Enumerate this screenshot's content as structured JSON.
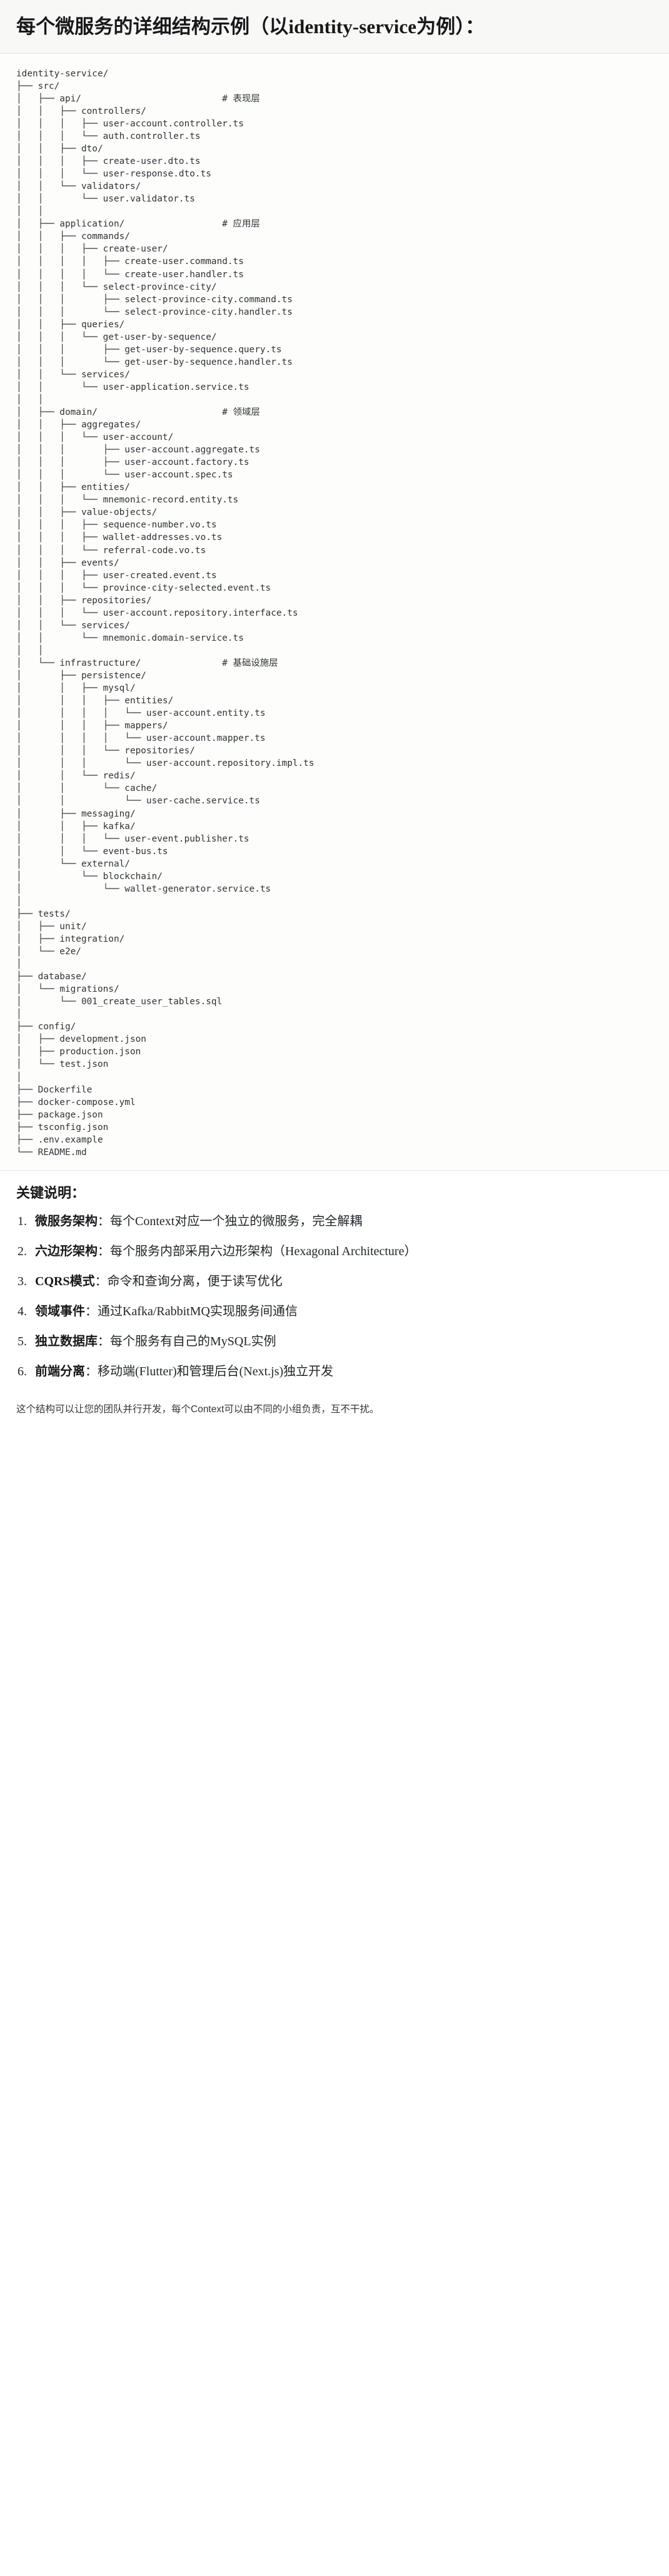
{
  "header": {
    "title": "每个微服务的详细结构示例（以identity-service为例）："
  },
  "tree": {
    "root_label": "identity-service/",
    "text": "identity-service/\n├── src/\n│   ├── api/                          # 表现层\n│   │   ├── controllers/\n│   │   │   ├── user-account.controller.ts\n│   │   │   └── auth.controller.ts\n│   │   ├── dto/\n│   │   │   ├── create-user.dto.ts\n│   │   │   └── user-response.dto.ts\n│   │   └── validators/\n│   │       └── user.validator.ts\n│   │\n│   ├── application/                  # 应用层\n│   │   ├── commands/\n│   │   │   ├── create-user/\n│   │   │   │   ├── create-user.command.ts\n│   │   │   │   └── create-user.handler.ts\n│   │   │   └── select-province-city/\n│   │   │       ├── select-province-city.command.ts\n│   │   │       └── select-province-city.handler.ts\n│   │   ├── queries/\n│   │   │   └── get-user-by-sequence/\n│   │   │       ├── get-user-by-sequence.query.ts\n│   │   │       └── get-user-by-sequence.handler.ts\n│   │   └── services/\n│   │       └── user-application.service.ts\n│   │\n│   ├── domain/                       # 领域层\n│   │   ├── aggregates/\n│   │   │   └── user-account/\n│   │   │       ├── user-account.aggregate.ts\n│   │   │       ├── user-account.factory.ts\n│   │   │       └── user-account.spec.ts\n│   │   ├── entities/\n│   │   │   └── mnemonic-record.entity.ts\n│   │   ├── value-objects/\n│   │   │   ├── sequence-number.vo.ts\n│   │   │   ├── wallet-addresses.vo.ts\n│   │   │   └── referral-code.vo.ts\n│   │   ├── events/\n│   │   │   ├── user-created.event.ts\n│   │   │   └── province-city-selected.event.ts\n│   │   ├── repositories/\n│   │   │   └── user-account.repository.interface.ts\n│   │   └── services/\n│   │       └── mnemonic.domain-service.ts\n│   │\n│   └── infrastructure/               # 基础设施层\n│       ├── persistence/\n│       │   ├── mysql/\n│       │   │   ├── entities/\n│       │   │   │   └── user-account.entity.ts\n│       │   │   ├── mappers/\n│       │   │   │   └── user-account.mapper.ts\n│       │   │   └── repositories/\n│       │   │       └── user-account.repository.impl.ts\n│       │   └── redis/\n│       │       └── cache/\n│       │           └── user-cache.service.ts\n│       ├── messaging/\n│       │   ├── kafka/\n│       │   │   └── user-event.publisher.ts\n│       │   └── event-bus.ts\n│       └── external/\n│           └── blockchain/\n│               └── wallet-generator.service.ts\n│\n├── tests/\n│   ├── unit/\n│   ├── integration/\n│   └── e2e/\n│\n├── database/\n│   └── migrations/\n│       └── 001_create_user_tables.sql\n│\n├── config/\n│   ├── development.json\n│   ├── production.json\n│   └── test.json\n│\n├── Dockerfile\n├── docker-compose.yml\n├── package.json\n├── tsconfig.json\n├── .env.example\n└── README.md",
    "layer_comments": [
      "# 表现层",
      "# 应用层",
      "# 领域层",
      "# 基础设施层"
    ]
  },
  "notes": {
    "heading": "关键说明：",
    "items": [
      {
        "index": "1.",
        "term": "微服务架构",
        "sep": "：",
        "desc": "每个Context对应一个独立的微服务，完全解耦"
      },
      {
        "index": "2.",
        "term": "六边形架构",
        "sep": "：",
        "desc": "每个服务内部采用六边形架构（Hexagonal Architecture）"
      },
      {
        "index": "3.",
        "term": "CQRS模式",
        "sep": "：",
        "desc": "命令和查询分离，便于读写优化"
      },
      {
        "index": "4.",
        "term": "领域事件",
        "sep": "：",
        "desc": "通过Kafka/RabbitMQ实现服务间通信"
      },
      {
        "index": "5.",
        "term": "独立数据库",
        "sep": "：",
        "desc": "每个服务有自己的MySQL实例"
      },
      {
        "index": "6.",
        "term": "前端分离",
        "sep": "：",
        "desc": "移动端(Flutter)和管理后台(Next.js)独立开发"
      }
    ]
  },
  "closing": {
    "text": "这个结构可以让您的团队并行开发，每个Context可以由不同的小组负责，互不干扰。"
  },
  "colors": {
    "header_bg": "#f8f8f6",
    "code_bg": "#fdfdfb",
    "border": "#e3e3df",
    "text": "#22252a",
    "code_text": "#2f3337"
  }
}
